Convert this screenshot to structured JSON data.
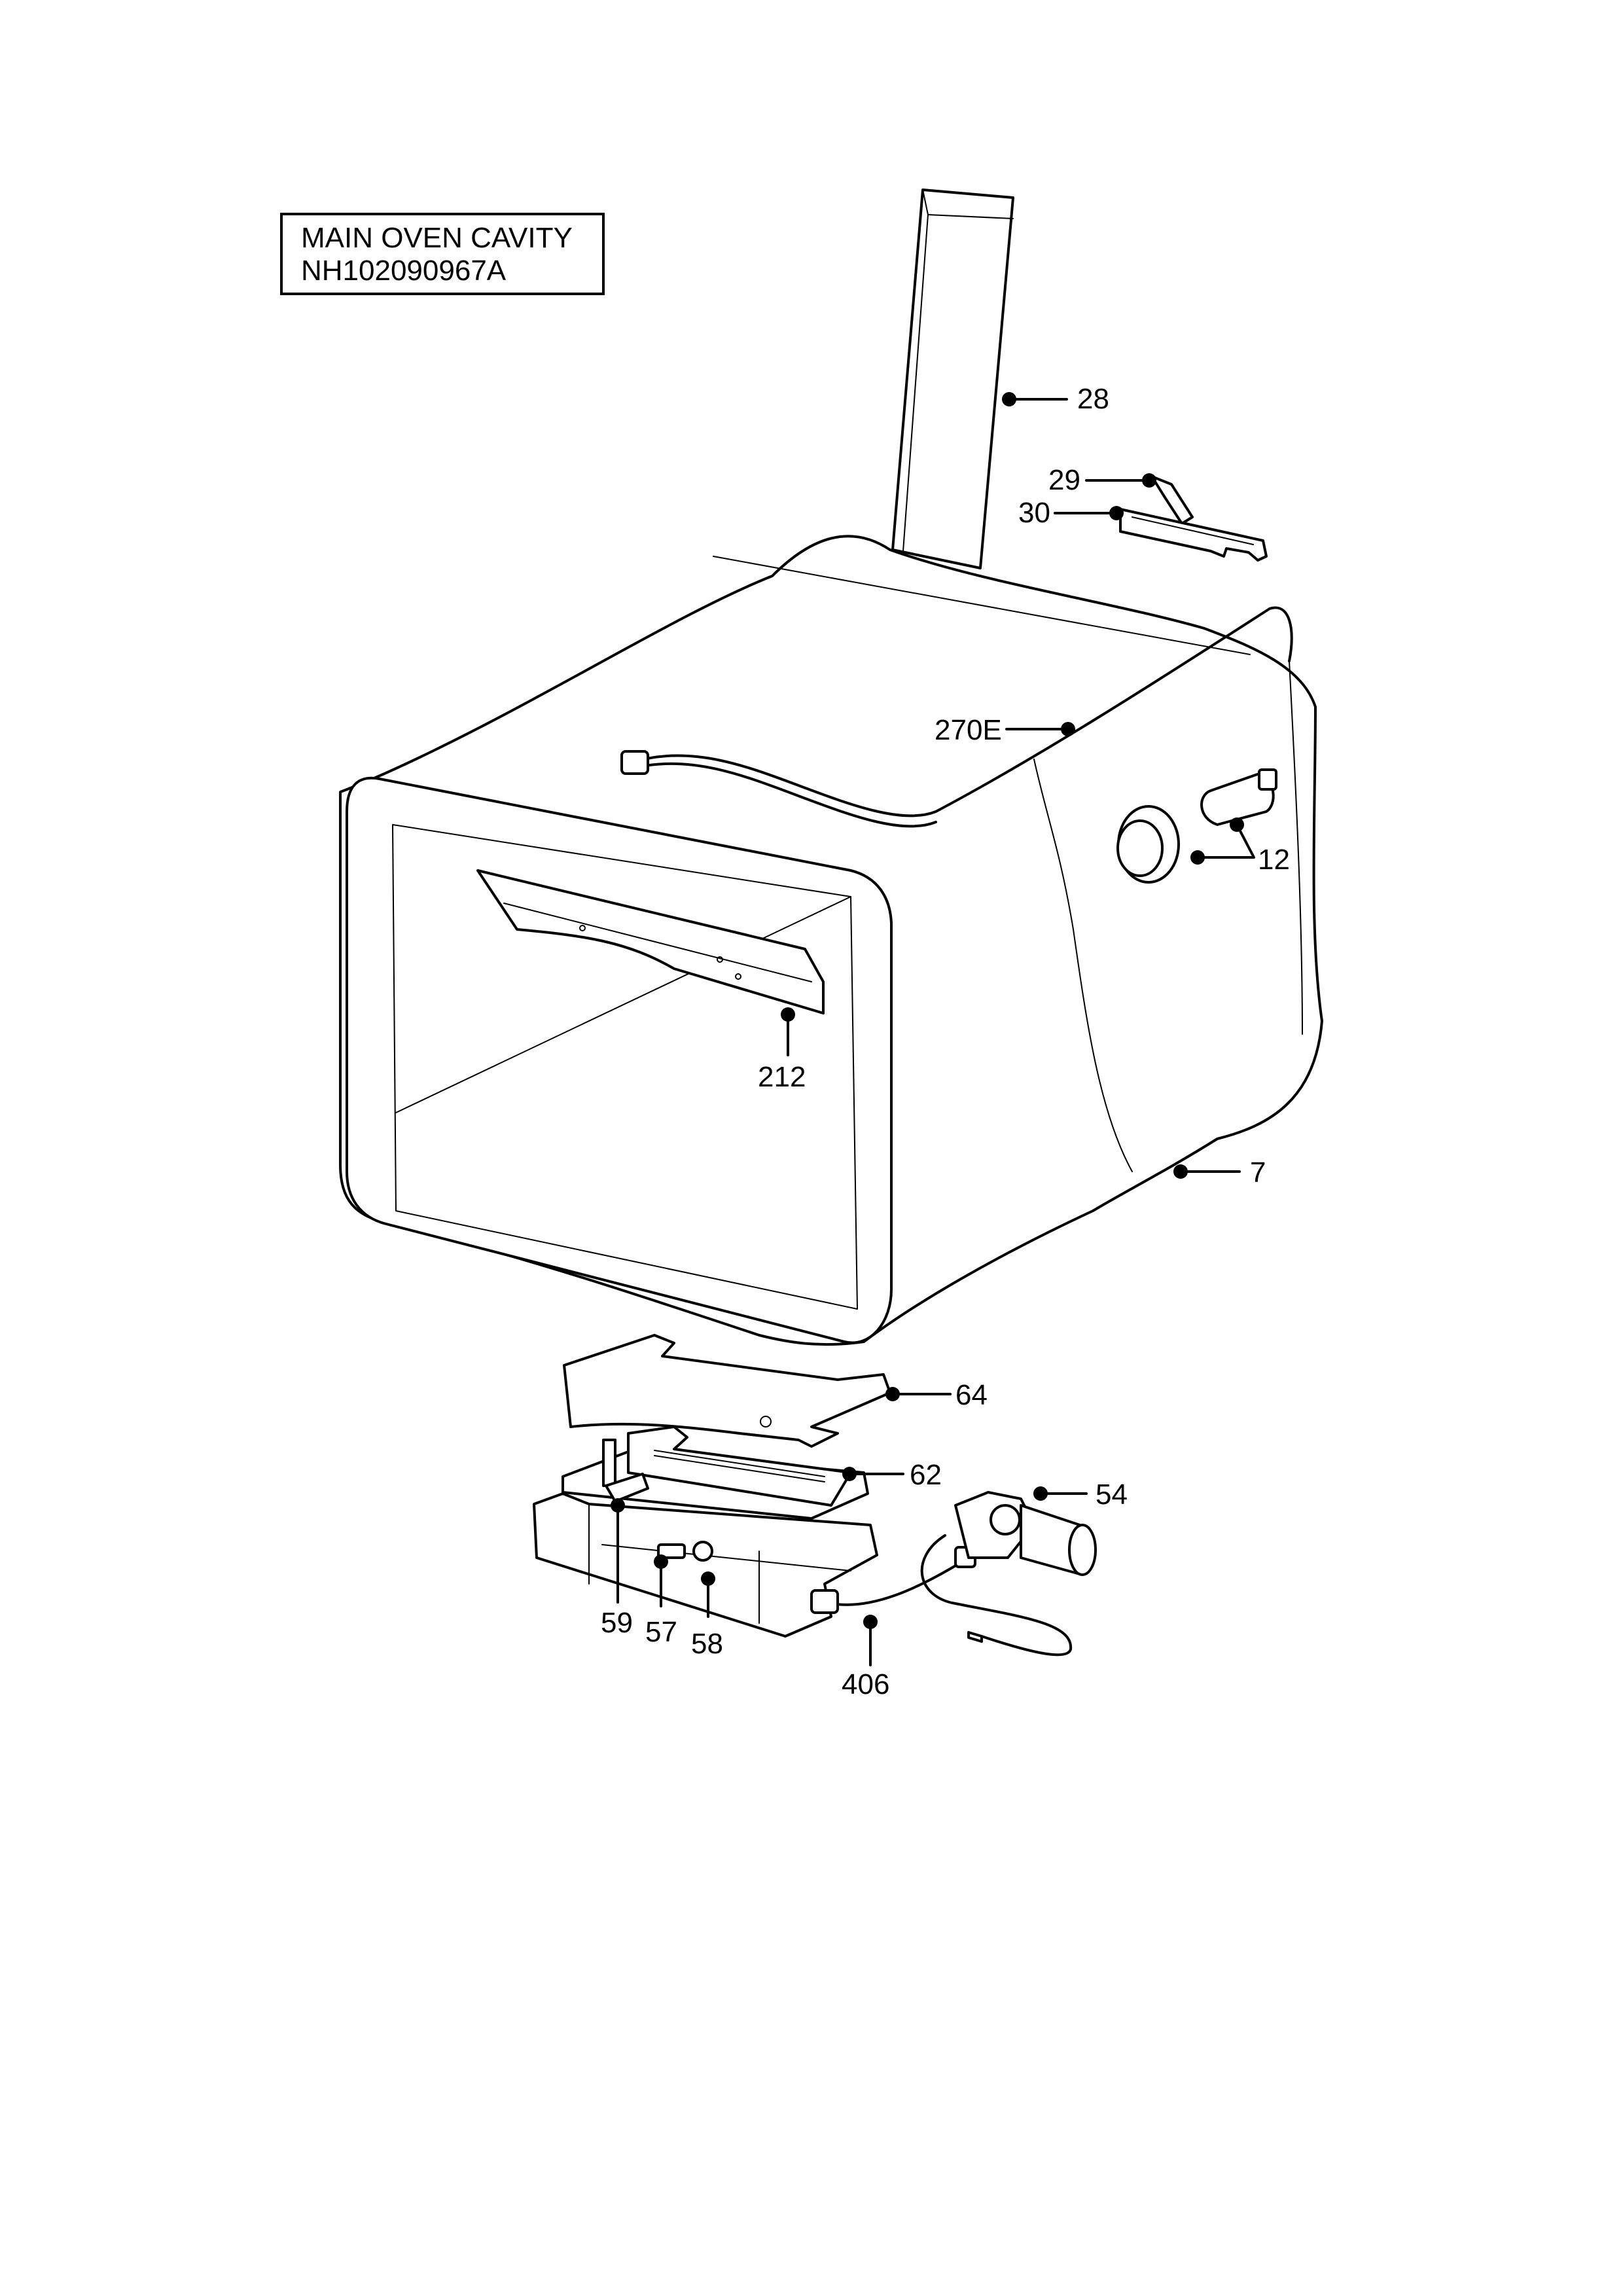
{
  "title": {
    "line1": "MAIN OVEN CAVITY",
    "line2": "NH102090967A"
  },
  "callouts": {
    "c28": "28",
    "c29": "29",
    "c30": "30",
    "c270e": "270E",
    "c12": "12",
    "c212": "212",
    "c7": "7",
    "c64": "64",
    "c62": "62",
    "c54": "54",
    "c59": "59",
    "c57": "57",
    "c58": "58",
    "c406": "406"
  }
}
